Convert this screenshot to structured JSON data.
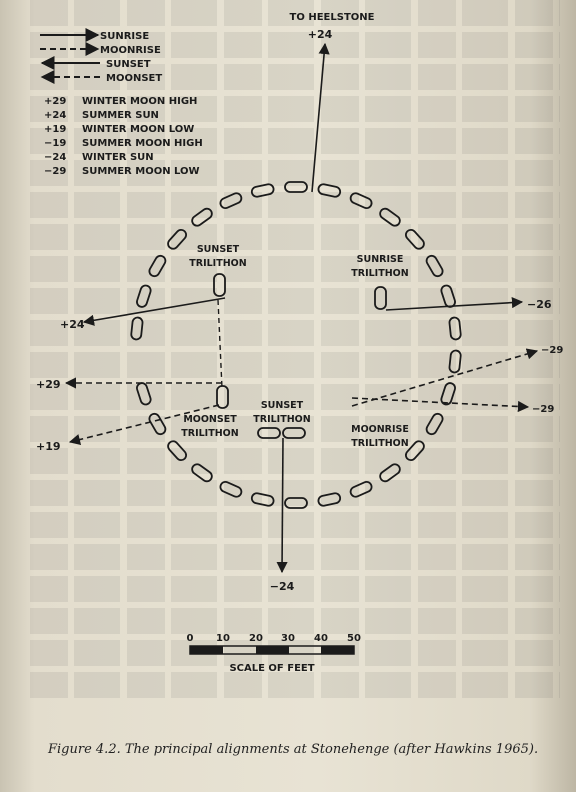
{
  "legend": {
    "arrows": [
      {
        "label": "SUNRISE",
        "style": "solid-right"
      },
      {
        "label": "MOONRISE",
        "style": "dashed-right"
      },
      {
        "label": "SUNSET",
        "style": "solid-left"
      },
      {
        "label": "MOONSET",
        "style": "dashed-left"
      }
    ],
    "codes": [
      {
        "code": "+29",
        "meaning": "WINTER MOON HIGH"
      },
      {
        "code": "+24",
        "meaning": "SUMMER SUN"
      },
      {
        "code": "+19",
        "meaning": "WINTER MOON LOW"
      },
      {
        "code": "−19",
        "meaning": "SUMMER MOON HIGH"
      },
      {
        "code": "−24",
        "meaning": "WINTER SUN"
      },
      {
        "code": "−29",
        "meaning": "SUMMER MOON LOW"
      }
    ]
  },
  "heelstone": {
    "label": "TO HEELSTONE",
    "code": "+24"
  },
  "trilithons": {
    "sunset": [
      "SUNSET",
      "TRILITHON"
    ],
    "sunrise": [
      "SUNRISE",
      "TRILITHON"
    ],
    "moonset": [
      "MOONSET",
      "TRILITHON"
    ],
    "moonrise": [
      "MOONRISE",
      "TRILITHON"
    ],
    "center": [
      "SUNSET",
      "TRILITHON"
    ]
  },
  "arrow_codes": {
    "left_top": "+24",
    "left_mid": "+29",
    "left_bot": "+19",
    "right_top": "−26",
    "right_mid": "−29",
    "right_low": "−29",
    "bottom": "−24"
  },
  "scale": {
    "ticks": [
      "0",
      "10",
      "20",
      "30",
      "40",
      "50"
    ],
    "label": "SCALE OF FEET"
  },
  "caption": "Figure 4.2. The principal alignments at Stonehenge (after Hawkins 1965)."
}
